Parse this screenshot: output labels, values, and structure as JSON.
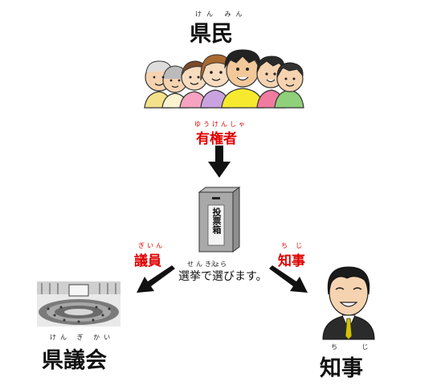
{
  "top": {
    "title": "県民",
    "title_ruby": "けん みん"
  },
  "voters": {
    "label": "有権者",
    "ruby": "ゆうけんしゃ"
  },
  "ballot_box": {
    "label": "投票箱"
  },
  "left_branch": {
    "label": "議員",
    "ruby": "ぎいん"
  },
  "right_branch": {
    "label": "知事",
    "ruby": "ちじ"
  },
  "caption": {
    "text": "選挙で選びます。",
    "ruby_senkyo": "せんきょ",
    "ruby_erabi": "えら"
  },
  "assembly": {
    "label": "県議会",
    "ruby": "けん ぎ かい"
  },
  "governor": {
    "label": "知事",
    "ruby": "ち じ"
  },
  "colors": {
    "red": "#e00000",
    "arrow": "#111111",
    "suit": "#2b2b2b",
    "tie": "#d4c400"
  }
}
